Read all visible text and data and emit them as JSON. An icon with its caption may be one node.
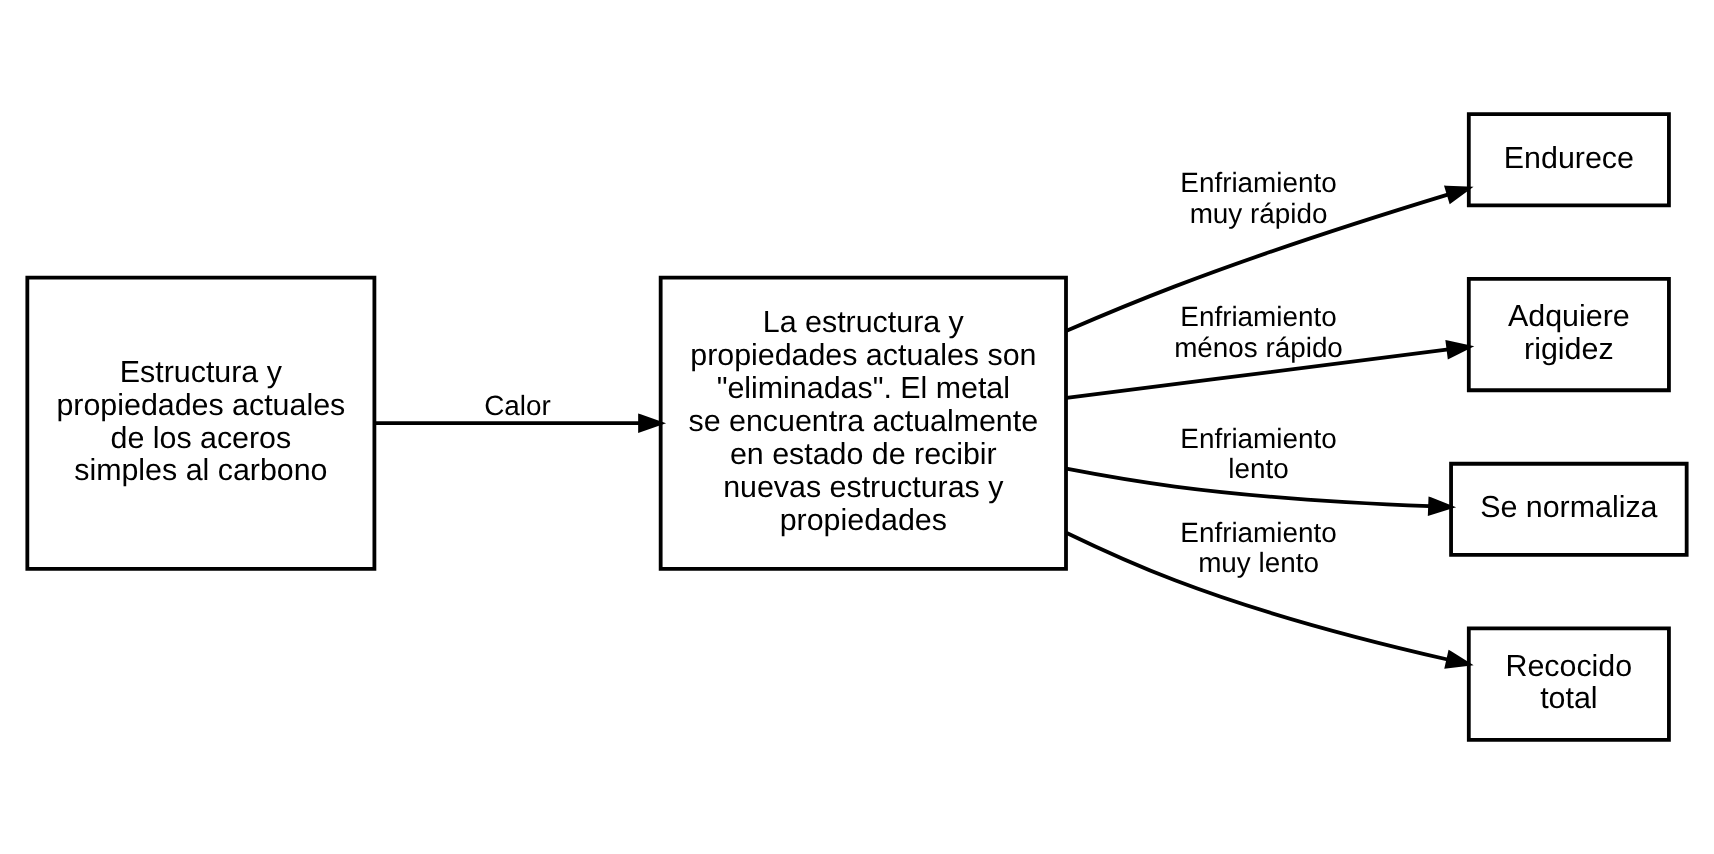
{
  "diagram": {
    "nodes": [
      {
        "text": [
          "Estructura y propiedades actuales de los aceros simples al carbono"
        ]
      },
      {
        "text": [
          "La estructura y propiedades actuales son \"eliminadas\". El metal se encuentra actualmente en estado de recibir nuevas estructuras y propiedades"
        ]
      },
      {
        "text": [
          "Endurece"
        ]
      },
      {
        "text": [
          "Adquiere rigidez"
        ]
      },
      {
        "text": [
          "Se normaliza"
        ]
      },
      {
        "text": [
          "Recocido total"
        ]
      }
    ],
    "edges": [
      {
        "from": 0,
        "to": 1,
        "arrow": "to",
        "label": "Calor"
      },
      {
        "from": 1,
        "to": 2,
        "arrow": "to",
        "label": "Enfriamiento muy rápido"
      },
      {
        "from": 1,
        "to": 3,
        "arrow": "to",
        "label": "Enfriamiento ménos rápido"
      },
      {
        "from": 1,
        "to": 4,
        "arrow": "to",
        "label": "Enfriamiento lento"
      },
      {
        "from": 1,
        "to": 5,
        "arrow": "to",
        "label": "Enfriamiento muy lento"
      }
    ]
  }
}
